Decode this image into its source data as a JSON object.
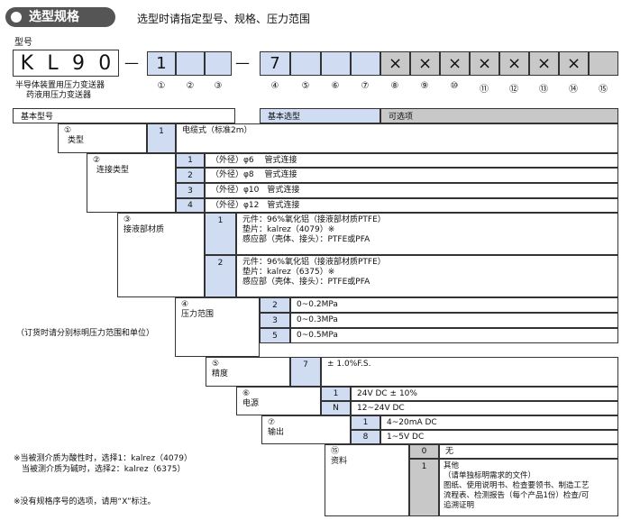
{
  "header": {
    "badge": "选型规格",
    "subtitle": "选型时请指定型号、规格、压力范围"
  },
  "model": {
    "label": "型号",
    "prefix": "KL90",
    "prefix_chars": [
      "K",
      "L",
      "9",
      "0"
    ],
    "dash": "—",
    "boxes": [
      "1",
      "",
      "",
      "7",
      "",
      "",
      "",
      "×",
      "×",
      "×",
      "×",
      "×",
      "×",
      "×",
      ""
    ],
    "desc_line1": "半导体装置用压力变送器",
    "desc_line2": "药液用压力变送器",
    "positions": [
      "①",
      "②",
      "③",
      "④",
      "⑤",
      "⑥",
      "⑦",
      "⑧",
      "⑨",
      "⑩",
      "⑪",
      "⑫",
      "⑬",
      "⑭",
      "⑮"
    ]
  },
  "table": {
    "basic_model": "基本型号",
    "basic_type": "基本选型",
    "optional": "可选项",
    "s1": {
      "num": "①",
      "title": "类型",
      "options": [
        {
          "code": "1",
          "text": "电缆式（标准2m）"
        }
      ]
    },
    "s2": {
      "num": "②",
      "title": "连接类型",
      "options": [
        {
          "code": "1",
          "text": "（外径）φ6　 管式连接"
        },
        {
          "code": "2",
          "text": "（外径）φ8　 管式连接"
        },
        {
          "code": "3",
          "text": "（外径）φ10　管式连接"
        },
        {
          "code": "4",
          "text": "（外径）φ12　管式连接"
        }
      ]
    },
    "s3": {
      "num": "③",
      "title": "接液部材质",
      "options": [
        {
          "code": "1",
          "line1": "元件：96%氧化铝（接液部材质PTFE）",
          "line2": "垫片：kalrez（4079）※",
          "line3": "感应部（壳体、接头）：PTFE或PFA"
        },
        {
          "code": "2",
          "line1": "元件：96%氧化铝（接液部材质PTFE）",
          "line2": "垫片：kalrez（6375）※",
          "line3": "感应部（壳体、接头）：PTFE或PFA"
        }
      ]
    },
    "s4": {
      "num": "④",
      "title": "压力范围",
      "note": "（订货时请分别标明压力范围和单位）",
      "options": [
        {
          "code": "2",
          "text": "0~0.2MPa"
        },
        {
          "code": "3",
          "text": "0~0.3MPa"
        },
        {
          "code": "5",
          "text": "0~0.5MPa"
        }
      ]
    },
    "s5": {
      "num": "⑤",
      "title": "精度",
      "options": [
        {
          "code": "7",
          "text": "± 1.0%F.S."
        }
      ]
    },
    "s6": {
      "num": "⑥",
      "title": "电源",
      "options": [
        {
          "code": "1",
          "text": "24V DC ± 10%"
        },
        {
          "code": "N",
          "text": "12~24V DC"
        }
      ]
    },
    "s7": {
      "num": "⑦",
      "title": "输出",
      "options": [
        {
          "code": "1",
          "text": "4~20mA DC"
        },
        {
          "code": "8",
          "text": "1~5V DC"
        }
      ]
    },
    "s15": {
      "num": "⑮",
      "title": "资料",
      "options": [
        {
          "code": "0",
          "text": "无"
        },
        {
          "code": "1",
          "line1": "其他",
          "line2": "（请单独标明需求的文件）",
          "line3": "图纸、使用说明书、检查要领书、制造工艺",
          "line4": "流程表、检测报告（每个产品1份）检查/可",
          "line5": "追溯证明"
        }
      ]
    }
  },
  "notes": {
    "n1a": "※当被测介质为酸性时，选择1：kalrez（4079）",
    "n1b": "当被测介质为碱时，选择2：kalrez（6375）",
    "n2": "※没有规格序号的选项，请用“X”标注。"
  },
  "colors": {
    "code_fill": "#cfdcf2",
    "optional_fill": "#c8c8c8",
    "badge_fill": "#555555"
  }
}
